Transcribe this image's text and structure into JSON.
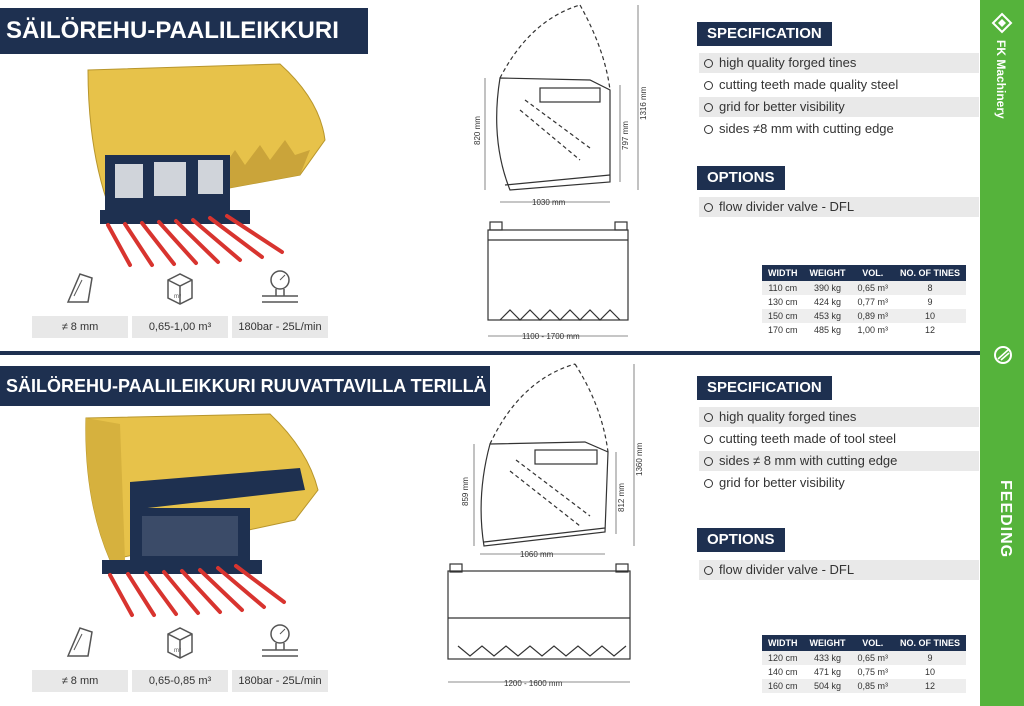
{
  "section1": {
    "title": "SÄILÖREHU-PAALILEIKKURI",
    "icons": [
      {
        "name": "thickness-icon",
        "label": "≠ 8 mm"
      },
      {
        "name": "volume-cube-icon",
        "label": "0,65-1,00 m³",
        "glyph": "m³"
      },
      {
        "name": "pressure-gauge-icon",
        "label": "180bar - 25L/min"
      }
    ],
    "drawing": {
      "height_inner": "820 mm",
      "height_mid": "797 mm",
      "height_total": "1316 mm",
      "width_side": "1030 mm",
      "width_front": "1100 - 1700 mm"
    },
    "specification_heading": "SPECIFICATION",
    "specification": [
      "high quality forged tines",
      "cutting teeth made quality steel",
      "grid for better visibility",
      "sides ≠8 mm with cutting edge"
    ],
    "options_heading": "OPTIONS",
    "options": [
      "flow divider valve - DFL"
    ],
    "table": {
      "headers": [
        "WIDTH",
        "WEIGHT",
        "VOL.",
        "NO. OF TINES"
      ],
      "rows": [
        [
          "110 cm",
          "390 kg",
          "0,65 m³",
          "8"
        ],
        [
          "130 cm",
          "424 kg",
          "0,77 m³",
          "9"
        ],
        [
          "150 cm",
          "453 kg",
          "0,89 m³",
          "10"
        ],
        [
          "170 cm",
          "485 kg",
          "1,00 m³",
          "12"
        ]
      ]
    }
  },
  "section2": {
    "title": "SÄILÖREHU-PAALILEIKKURI RUUVATTAVILLA TERILLÄ",
    "icons": [
      {
        "name": "thickness-icon",
        "label": "≠ 8 mm"
      },
      {
        "name": "volume-cube-icon",
        "label": "0,65-0,85 m³",
        "glyph": "m³"
      },
      {
        "name": "pressure-gauge-icon",
        "label": "180bar - 25L/min"
      }
    ],
    "drawing": {
      "height_inner": "859 mm",
      "height_mid": "812 mm",
      "height_total": "1360 mm",
      "width_side": "1060 mm",
      "width_front": "1200 - 1600 mm"
    },
    "specification_heading": "SPECIFICATION",
    "specification": [
      "high quality forged tines",
      "cutting teeth made of tool steel",
      "sides ≠ 8 mm with cutting edge",
      "grid for better visibility"
    ],
    "options_heading": "OPTIONS",
    "options": [
      "flow divider valve - DFL"
    ],
    "table": {
      "headers": [
        "WIDTH",
        "WEIGHT",
        "VOL.",
        "NO. OF TINES"
      ],
      "rows": [
        [
          "120 cm",
          "433 kg",
          "0,65 m³",
          "9"
        ],
        [
          "140 cm",
          "471 kg",
          "0,75 m³",
          "10"
        ],
        [
          "160 cm",
          "504 kg",
          "0,85 m³",
          "12"
        ]
      ]
    }
  },
  "sidebar": {
    "brand": "FK Machinery",
    "category": "FEEDING"
  },
  "colors": {
    "navy": "#1e3050",
    "green": "#55b33b",
    "yellow": "#e7c24a",
    "red": "#d8342f"
  }
}
